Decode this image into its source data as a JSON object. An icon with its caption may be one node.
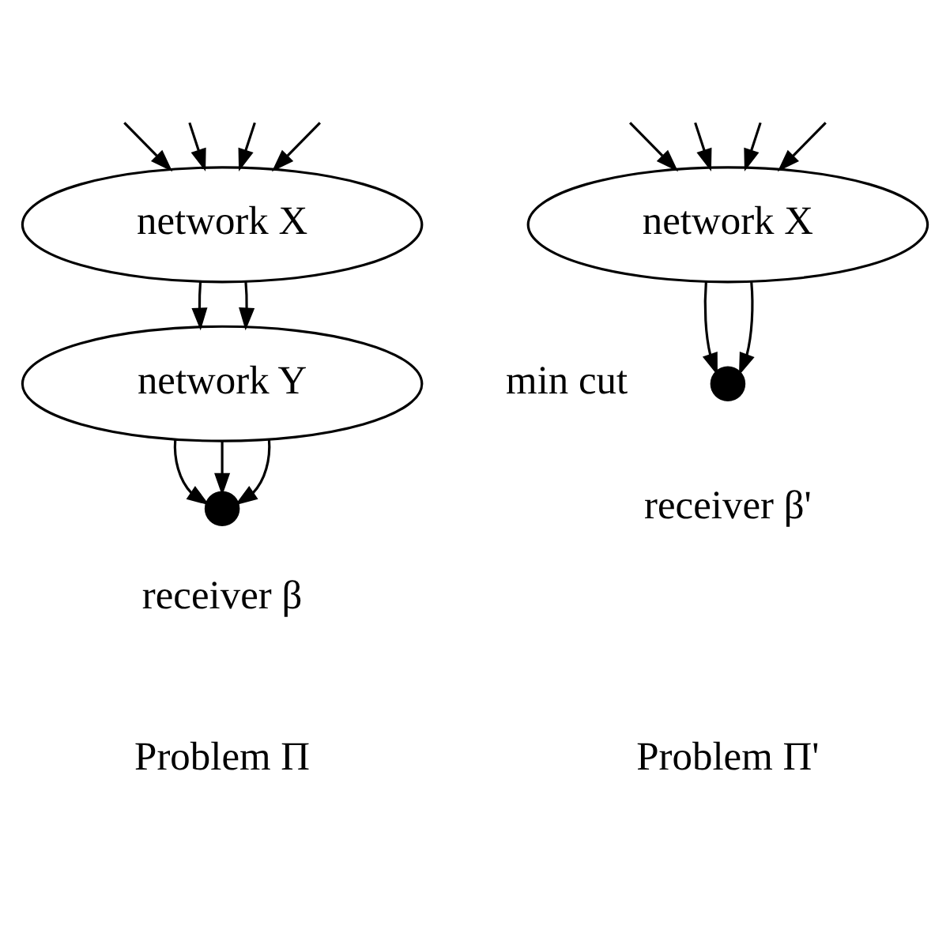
{
  "diagram": {
    "nodes": [
      {
        "text": [
          "network X"
        ]
      },
      {
        "text": [
          "network Y"
        ]
      },
      {
        "text": [],
        "shape": "circle",
        "beside": [
          "receiver β"
        ]
      },
      {
        "text": [
          "network X"
        ]
      },
      {
        "text": [],
        "shape": "circle",
        "beside": [
          "receiver β'"
        ]
      }
    ],
    "edges": [
      {
        "from": null,
        "to": 0,
        "arrow": "to"
      },
      {
        "from": null,
        "to": 0,
        "arrow": "to"
      },
      {
        "from": null,
        "to": 0,
        "arrow": "to"
      },
      {
        "from": null,
        "to": 0,
        "arrow": "to"
      },
      {
        "from": 0,
        "to": 1,
        "arrow": "to"
      },
      {
        "from": 0,
        "to": 1,
        "arrow": "to"
      },
      {
        "from": 1,
        "to": 2,
        "arrow": "to"
      },
      {
        "from": 1,
        "to": 2,
        "arrow": "to"
      },
      {
        "from": 1,
        "to": 2,
        "arrow": "to"
      },
      {
        "from": null,
        "to": 3,
        "arrow": "to"
      },
      {
        "from": null,
        "to": 3,
        "arrow": "to"
      },
      {
        "from": null,
        "to": 3,
        "arrow": "to"
      },
      {
        "from": null,
        "to": 3,
        "arrow": "to"
      },
      {
        "from": 3,
        "to": 4,
        "arrow": "to"
      },
      {
        "from": 3,
        "to": 4,
        "arrow": "to"
      }
    ],
    "labels": [
      "min cut",
      "Problem Π",
      "Problem Π'"
    ]
  }
}
